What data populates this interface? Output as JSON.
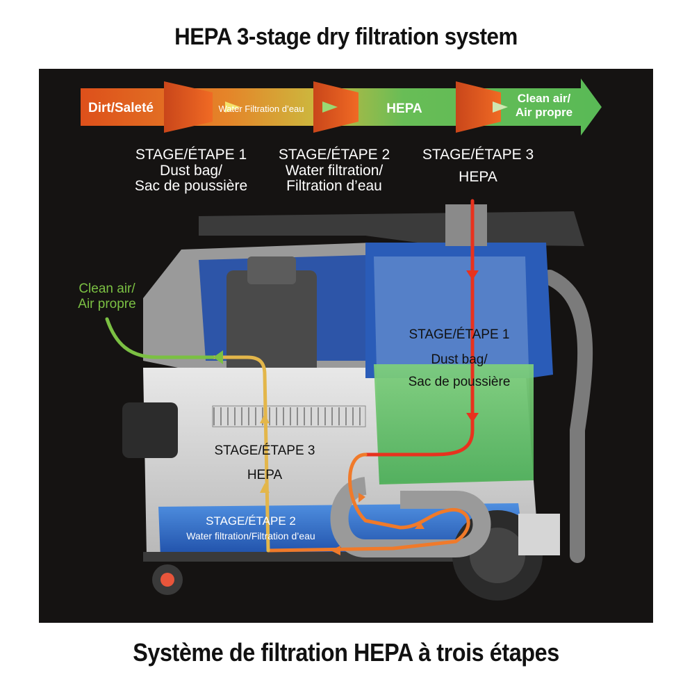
{
  "title_top": "HEPA 3-stage dry filtration system",
  "title_bottom": "Système de filtration HEPA à trois étapes",
  "flow_banner": {
    "dirt": "Dirt/Saleté",
    "water": "Water Filtration d’eau",
    "hepa": "HEPA",
    "clean_line1": "Clean air/",
    "clean_line2": "Air propre"
  },
  "stage_headers": [
    {
      "line1": "STAGE/ÉTAPE 1",
      "line2": "Dust bag/",
      "line3": "Sac de poussière"
    },
    {
      "line1": "STAGE/ÉTAPE 2",
      "line2": "Water filtration/",
      "line3": "Filtration d’eau"
    },
    {
      "line1": "STAGE/ÉTAPE 3",
      "line2": "HEPA"
    }
  ],
  "diagram_labels": {
    "clean_air_line1": "Clean air/",
    "clean_air_line2": "Air propre",
    "stage1_line1": "STAGE/ÉTAPE 1",
    "stage1_line2": "Dust bag/",
    "stage1_line3": "Sac de poussière",
    "stage3_line1": "STAGE/ÉTAPE 3",
    "stage3_line2": "HEPA",
    "stage2_line1": "STAGE/ÉTAPE 2",
    "stage2_line2": "Water filtration/Filtration d’eau"
  },
  "colors": {
    "dirt": "#e8531b",
    "water_flow": "#e8b22a",
    "hepa_flow": "#5dc25a",
    "clean_air": "#7bc043",
    "housing_blue": "#2a5cb8",
    "dust_bag_green": "#61c36a",
    "water_blue": "#2f6fd0",
    "red_flow": "#e8321e",
    "orange_flow": "#f07a2a",
    "yellow_flow": "#e3b64a"
  }
}
